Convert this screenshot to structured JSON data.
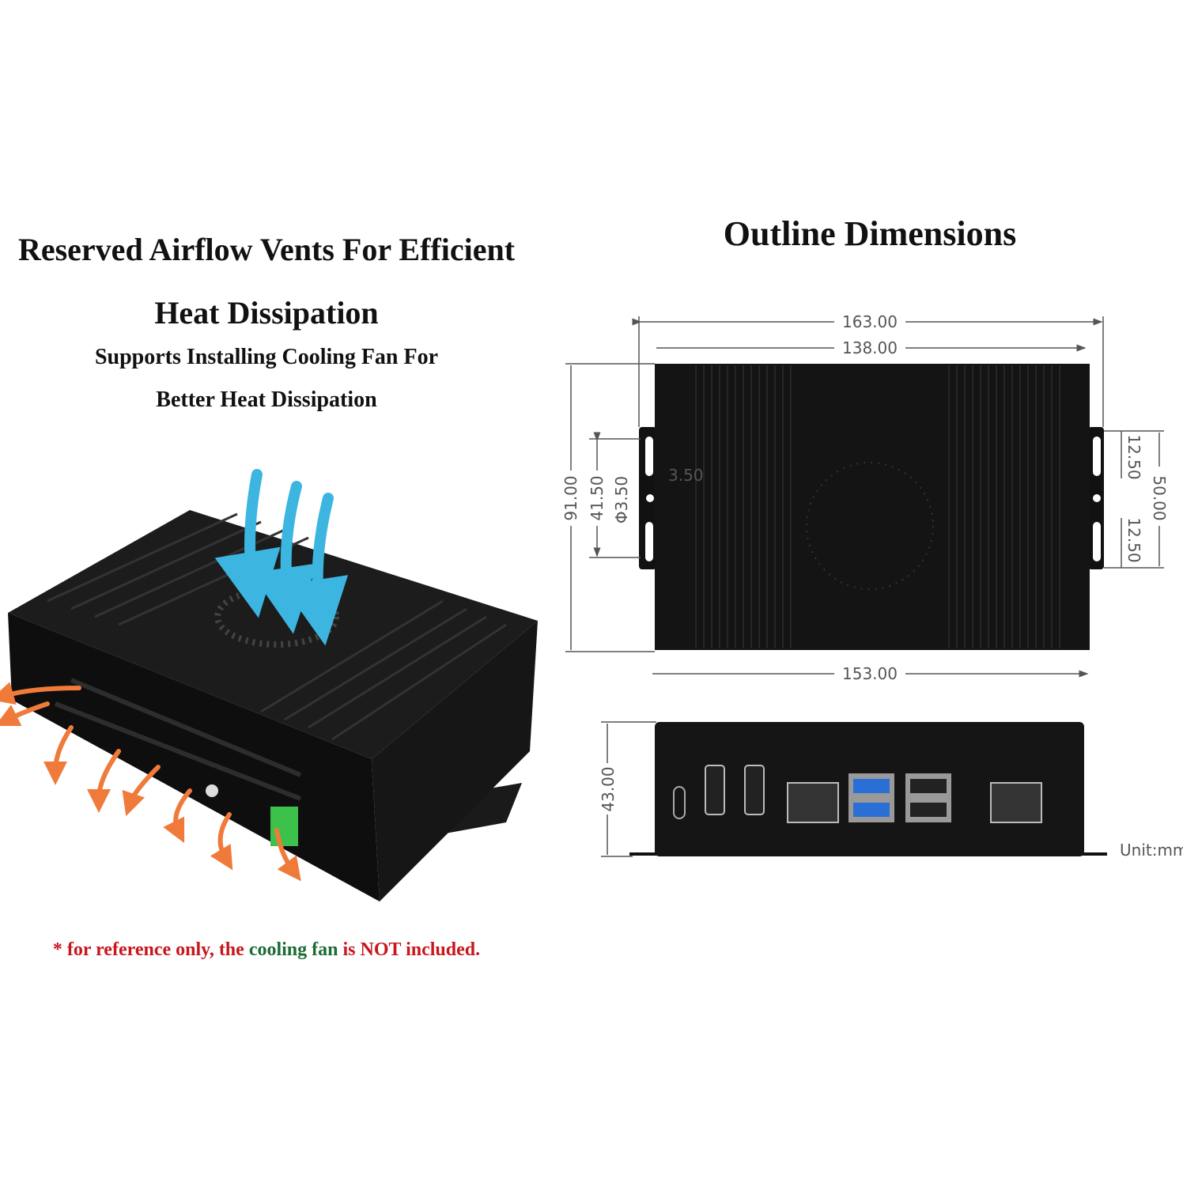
{
  "left": {
    "title_line1": "Reserved Airflow Vents For Efficient",
    "title_line2": "Heat Dissipation",
    "subtitle_line1": "Supports Installing Cooling Fan For",
    "subtitle_line2": "Better Heat Dissipation",
    "note": {
      "part1": "* for reference only, the ",
      "part2": "cooling fan",
      "part3": " is NOT included."
    }
  },
  "right": {
    "title": "Outline Dimensions",
    "dimensions": {
      "overall_width": "163.00",
      "body_width": "138.00",
      "base_width": "153.00",
      "height": "91.00",
      "slot_span": "41.50",
      "hole_diameter": "Φ3.50",
      "slot_width": "3.50",
      "slot_top": "12.50",
      "slot_bottom": "12.50",
      "bracket_span": "50.00",
      "depth": "43.00"
    },
    "unit": "Unit:mm"
  },
  "colors": {
    "case": "#141414",
    "cool_air": "#3cb6e0",
    "hot_air": "#f07a3a",
    "note_red": "#c8161d",
    "note_green": "#1c6b35",
    "terminal": "#3cc24a"
  }
}
